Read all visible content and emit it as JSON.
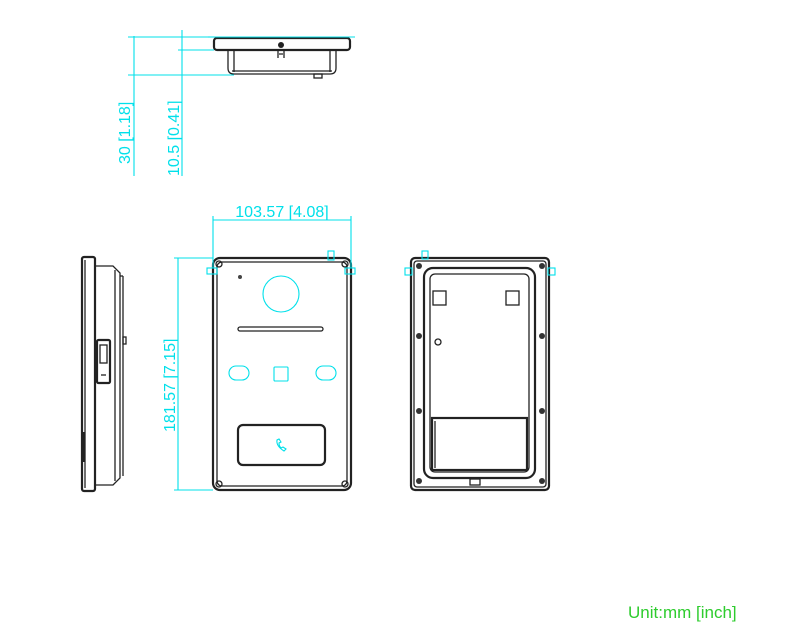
{
  "dimensions": {
    "total_depth": "30  [1.18]",
    "flange_depth": "10.5  [0.41]",
    "width": "103.57  [4.08]",
    "height": "181.57  [7.15]"
  },
  "unit_label": "Unit:mm [inch]",
  "colors": {
    "dimension": "#00e0ea",
    "outline": "#222222",
    "unit_text": "#2ecc2e"
  }
}
